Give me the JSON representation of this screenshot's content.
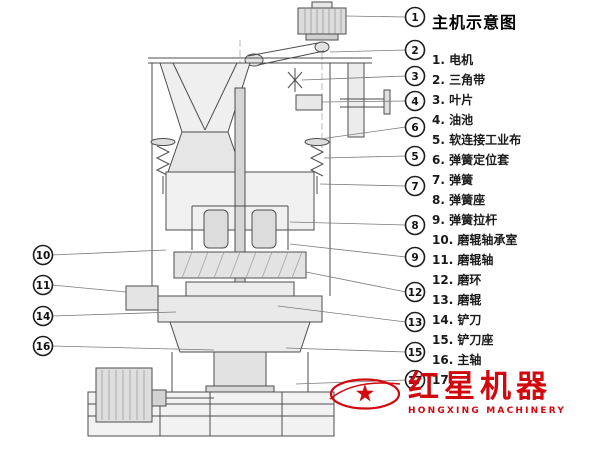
{
  "title": "主机示意图",
  "legend_items": [
    "1. 电机",
    "2. 三角带",
    "3. 叶片",
    "4. 油池",
    "5. 软连接工业布",
    "6. 弹簧定位套",
    "7. 弹簧",
    "8. 弹簧座",
    "9. 弹簧拉杆",
    "10. 磨辊轴承室",
    "11. 磨辊轴",
    "12. 磨环",
    "13. 磨辊",
    "14. 铲刀",
    "15. 铲刀座",
    "16. 主轴",
    "17."
  ],
  "callouts": {
    "right": [
      "1",
      "2",
      "3",
      "4",
      "6",
      "5",
      "7",
      "8",
      "9",
      "12",
      "13",
      "15",
      "17"
    ],
    "left": [
      "10",
      "11",
      "14",
      "16"
    ]
  },
  "watermark": {
    "brand": "红星机器",
    "subtitle": "HONGXING MACHINERY"
  },
  "colors": {
    "brand_red": "#d2080f",
    "line_gray": "#4d4d4d"
  }
}
